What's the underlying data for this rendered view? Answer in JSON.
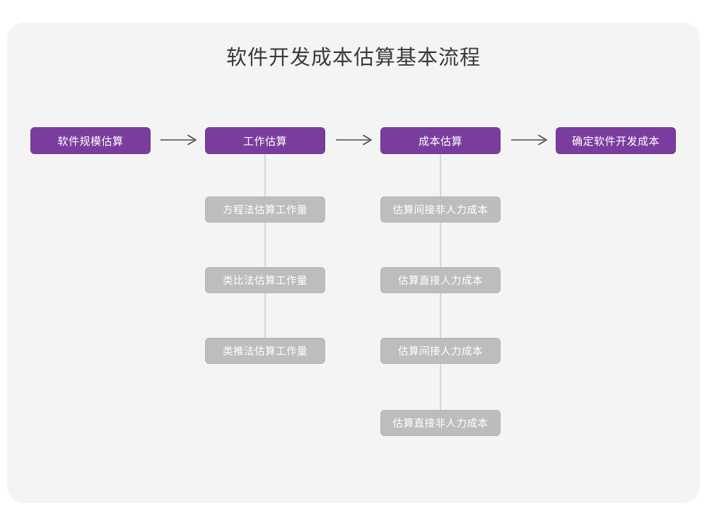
{
  "title": "软件开发成本估算基本流程",
  "colors": {
    "page_background": "#ffffff",
    "card_background": "#f4f4f4",
    "primary_node": "#7a3d9e",
    "sub_node": "#bdbdbd",
    "connector": "#d6d6d6",
    "arrow": "#4a4a4a",
    "title_text": "#3a3a3a",
    "node_text": "#ffffff"
  },
  "chart_data": {
    "type": "diagram",
    "title": "软件开发成本估算基本流程",
    "orientation": "left-to-right main flow with vertical sub-steps",
    "stages": [
      {
        "id": "stage-1",
        "label": "软件规模估算",
        "substeps": []
      },
      {
        "id": "stage-2",
        "label": "工作估算",
        "substeps": [
          "方程法估算工作量",
          "类比法估算工作量",
          "类推法估算工作量"
        ]
      },
      {
        "id": "stage-3",
        "label": "成本估算",
        "substeps": [
          "估算间接非人力成本",
          "估算直接人力成本",
          "估算间接人力成本",
          "估算直接非人力成本"
        ]
      },
      {
        "id": "stage-4",
        "label": "确定软件开发成本",
        "substeps": []
      }
    ],
    "connectors": [
      {
        "from": "stage-1",
        "to": "stage-2",
        "kind": "arrow-right"
      },
      {
        "from": "stage-2",
        "to": "stage-3",
        "kind": "arrow-right"
      },
      {
        "from": "stage-3",
        "to": "stage-4",
        "kind": "arrow-right"
      }
    ],
    "arrow_glyph": "→"
  }
}
